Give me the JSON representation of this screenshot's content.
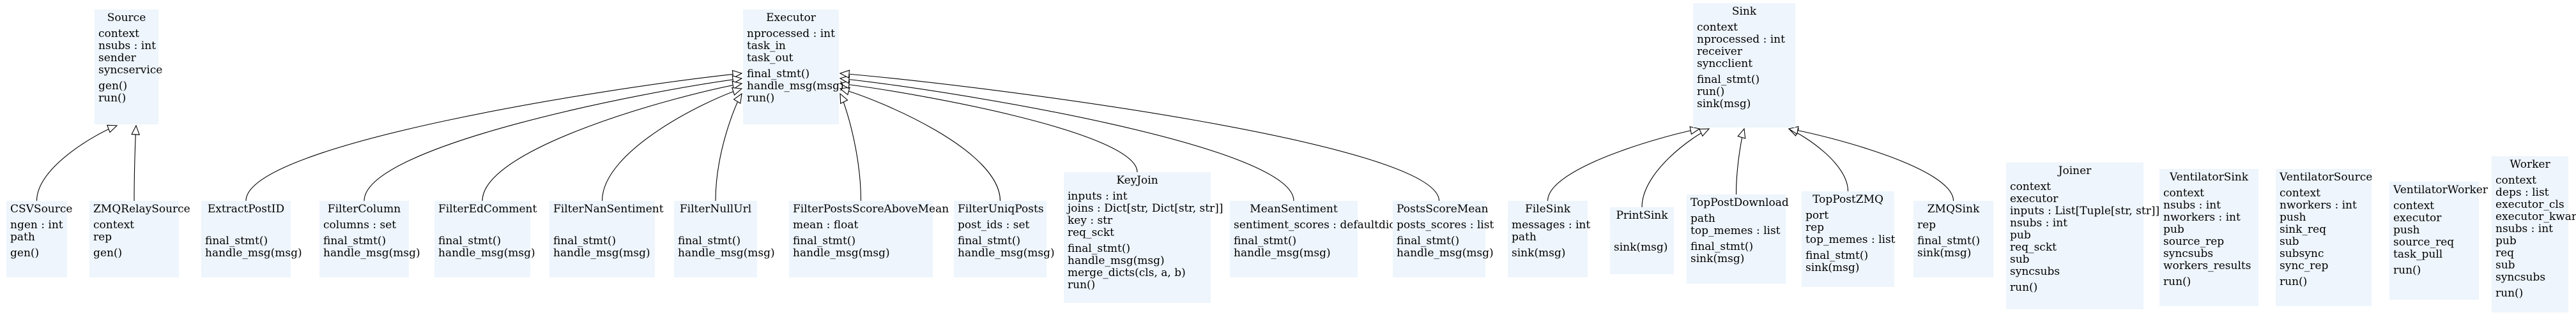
{
  "diagram_title": "",
  "classes": [
    {
      "name": "Source",
      "attributes": [
        "context",
        "nsubs : int",
        "sender",
        "syncservice"
      ],
      "methods": [
        "gen()",
        "run()"
      ]
    },
    {
      "name": "Executor",
      "attributes": [
        "nprocessed : int",
        "task_in",
        "task_out"
      ],
      "methods": [
        "final_stmt()",
        "handle_msg(msg)",
        "run()"
      ]
    },
    {
      "name": "Sink",
      "attributes": [
        "context",
        "nprocessed : int",
        "receiver",
        "syncclient"
      ],
      "methods": [
        "final_stmt()",
        "run()",
        "sink(msg)"
      ]
    },
    {
      "name": "CSVSource",
      "attributes": [
        "ngen : int",
        "path"
      ],
      "methods": [
        "gen()"
      ]
    },
    {
      "name": "ZMQRelaySource",
      "attributes": [
        "context",
        "rep"
      ],
      "methods": [
        "gen()"
      ]
    },
    {
      "name": "ExtractPostID",
      "attributes": [],
      "methods": [
        "final_stmt()",
        "handle_msg(msg)"
      ]
    },
    {
      "name": "FilterColumn",
      "attributes": [
        "columns : set"
      ],
      "methods": [
        "final_stmt()",
        "handle_msg(msg)"
      ]
    },
    {
      "name": "FilterEdComment",
      "attributes": [],
      "methods": [
        "final_stmt()",
        "handle_msg(msg)"
      ]
    },
    {
      "name": "FilterNanSentiment",
      "attributes": [],
      "methods": [
        "final_stmt()",
        "handle_msg(msg)"
      ]
    },
    {
      "name": "FilterNullUrl",
      "attributes": [],
      "methods": [
        "final_stmt()",
        "handle_msg(msg)"
      ]
    },
    {
      "name": "FilterPostsScoreAboveMean",
      "attributes": [
        "mean : float"
      ],
      "methods": [
        "final_stmt()",
        "handle_msg(msg)"
      ]
    },
    {
      "name": "FilterUniqPosts",
      "attributes": [
        "post_ids : set"
      ],
      "methods": [
        "final_stmt()",
        "handle_msg(msg)"
      ]
    },
    {
      "name": "KeyJoin",
      "attributes": [
        "inputs : int",
        "joins : Dict[str, Dict[str, str]]",
        "key : str",
        "req_sckt"
      ],
      "methods": [
        "final_stmt()",
        "handle_msg(msg)",
        "merge_dicts(cls, a, b)",
        "run()"
      ]
    },
    {
      "name": "MeanSentiment",
      "attributes": [
        "sentiment_scores : defaultdict"
      ],
      "methods": [
        "final_stmt()",
        "handle_msg(msg)"
      ]
    },
    {
      "name": "PostsScoreMean",
      "attributes": [
        "posts_scores : list"
      ],
      "methods": [
        "final_stmt()",
        "handle_msg(msg)"
      ]
    },
    {
      "name": "FileSink",
      "attributes": [
        "messages : int",
        "path"
      ],
      "methods": [
        "sink(msg)"
      ]
    },
    {
      "name": "PrintSink",
      "attributes": [],
      "methods": [
        "sink(msg)"
      ]
    },
    {
      "name": "TopPostDownload",
      "attributes": [
        "path",
        "top_memes : list"
      ],
      "methods": [
        "final_stmt()",
        "sink(msg)"
      ]
    },
    {
      "name": "TopPostZMQ",
      "attributes": [
        "port",
        "rep",
        "top_memes : list"
      ],
      "methods": [
        "final_stmt()",
        "sink(msg)"
      ]
    },
    {
      "name": "ZMQSink",
      "attributes": [
        "rep"
      ],
      "methods": [
        "final_stmt()",
        "sink(msg)"
      ]
    },
    {
      "name": "Joiner",
      "attributes": [
        "context",
        "executor",
        "inputs : List[Tuple[str, str]]",
        "nsubs : int",
        "pub",
        "req_sckt",
        "sub",
        "syncsubs"
      ],
      "methods": [
        "run()"
      ]
    },
    {
      "name": "VentilatorSink",
      "attributes": [
        "context",
        "nsubs : int",
        "nworkers : int",
        "pub",
        "source_rep",
        "syncsubs",
        "workers_results"
      ],
      "methods": [
        "run()"
      ]
    },
    {
      "name": "VentilatorSource",
      "attributes": [
        "context",
        "nworkers : int",
        "push",
        "sink_req",
        "sub",
        "subsync",
        "sync_rep"
      ],
      "methods": [
        "run()"
      ]
    },
    {
      "name": "VentilatorWorker",
      "attributes": [
        "context",
        "executor",
        "push",
        "source_req",
        "task_pull"
      ],
      "methods": [
        "run()"
      ]
    },
    {
      "name": "Worker",
      "attributes": [
        "context",
        "deps : list",
        "executor_cls",
        "executor_kwargs : dict",
        "nsubs : int",
        "pub",
        "req",
        "sub",
        "syncsubs"
      ],
      "methods": [
        "run()"
      ]
    }
  ],
  "inheritance": [
    {
      "child": "CSVSource",
      "parent": "Source"
    },
    {
      "child": "ZMQRelaySource",
      "parent": "Source"
    },
    {
      "child": "ExtractPostID",
      "parent": "Executor"
    },
    {
      "child": "FilterColumn",
      "parent": "Executor"
    },
    {
      "child": "FilterEdComment",
      "parent": "Executor"
    },
    {
      "child": "FilterNanSentiment",
      "parent": "Executor"
    },
    {
      "child": "FilterNullUrl",
      "parent": "Executor"
    },
    {
      "child": "FilterPostsScoreAboveMean",
      "parent": "Executor"
    },
    {
      "child": "FilterUniqPosts",
      "parent": "Executor"
    },
    {
      "child": "KeyJoin",
      "parent": "Executor"
    },
    {
      "child": "MeanSentiment",
      "parent": "Executor"
    },
    {
      "child": "PostsScoreMean",
      "parent": "Executor"
    },
    {
      "child": "FileSink",
      "parent": "Sink"
    },
    {
      "child": "PrintSink",
      "parent": "Sink"
    },
    {
      "child": "TopPostDownload",
      "parent": "Sink"
    },
    {
      "child": "TopPostZMQ",
      "parent": "Sink"
    },
    {
      "child": "ZMQSink",
      "parent": "Sink"
    }
  ],
  "colors": {
    "box_fill": "#eef5fc",
    "edge": "#000000",
    "background": "#ffffff"
  }
}
